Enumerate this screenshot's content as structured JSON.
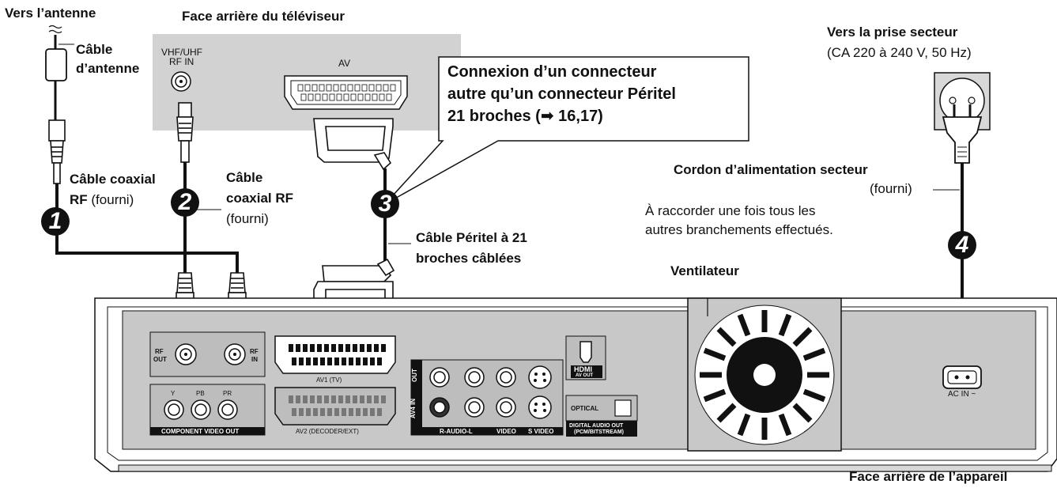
{
  "labels": {
    "antenna_direction": "Vers l’antenne",
    "antenna_cable_1": "Câble",
    "antenna_cable_2": "d’antenne",
    "tv_rear": "Face arrière du téléviseur",
    "tv_rf_in_1": "VHF/UHF",
    "tv_rf_in_2": "RF IN",
    "tv_av": "AV",
    "callout_1": "Connexion d’un connecteur",
    "callout_2": "autre qu’un connecteur Péritel",
    "callout_3": "21 broches (➡ 16,17)",
    "mains_direction": "Vers la prise secteur",
    "mains_spec": "(CA 220 à 240 V, 50 Hz)",
    "coax1_bold": "Câble coaxial",
    "coax1_rf": "RF",
    "coax1_note": " (fourni)",
    "coax2_1": "Câble",
    "coax2_2": "coaxial RF",
    "coax2_note": "(fourni)",
    "scart_1": "Câble Péritel à 21",
    "scart_2": "broches câblées",
    "power_cord": "Cordon d’alimentation secteur",
    "power_note": "(fourni)",
    "power_instr_1": "À raccorder une fois tous les",
    "power_instr_2": "autres branchements effectués.",
    "fan": "Ventilateur",
    "unit_rear": "Face arrière de l’appareil"
  },
  "steps": [
    "1",
    "2",
    "3",
    "4"
  ],
  "panel": {
    "rf_out": [
      "RF",
      "OUT"
    ],
    "rf_in": [
      "RF",
      "IN"
    ],
    "y": "Y",
    "pb": "PB",
    "pr": "PR",
    "component": "COMPONENT VIDEO OUT",
    "av1": "AV1  (TV)",
    "av2": "AV2  (DECODER/EXT)",
    "out": "OUT",
    "av4in": "AV4 IN",
    "raudio": "R-AUDIO-L",
    "video": "VIDEO",
    "svideo": "S VIDEO",
    "hdmi": "HDMI",
    "av_out": "AV OUT",
    "optical": "OPTICAL",
    "digital1": "DIGITAL AUDIO OUT",
    "digital2": "(PCM/BITSTREAM)",
    "acin": "AC  IN ~"
  },
  "colors": {
    "panel_gray": "#c9c9c9",
    "inner_gray": "#bdbdbd",
    "line": "#111111"
  }
}
